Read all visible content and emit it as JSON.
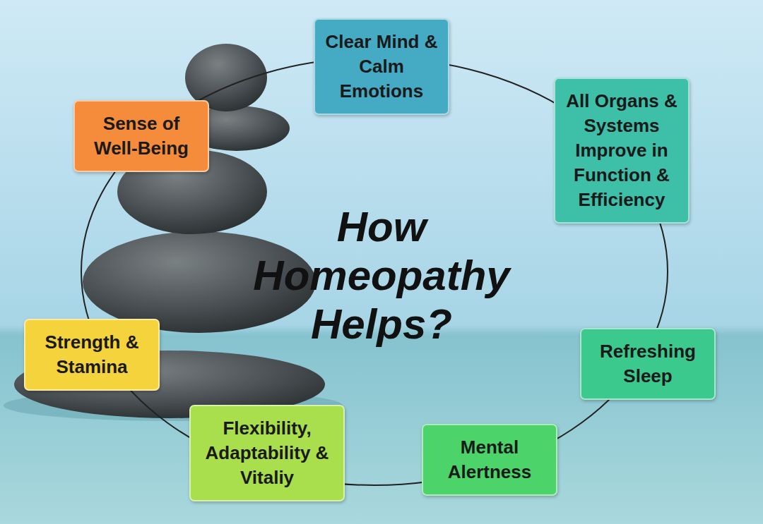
{
  "diagram": {
    "title": "How Homeopathy Helps?",
    "nodes": [
      {
        "text": [
          "Clear Mind & Calm Emotions"
        ]
      },
      {
        "text": [
          "All Organs & Systems Improve in Function & Efficiency"
        ]
      },
      {
        "text": [
          "Sense of Well-Being"
        ]
      },
      {
        "text": [
          "Strength & Stamina"
        ]
      },
      {
        "text": [
          "Refreshing Sleep"
        ]
      },
      {
        "text": [
          "Flexibility, Adaptability & Vitaliy"
        ]
      },
      {
        "text": [
          "Mental Alertness"
        ]
      }
    ]
  }
}
